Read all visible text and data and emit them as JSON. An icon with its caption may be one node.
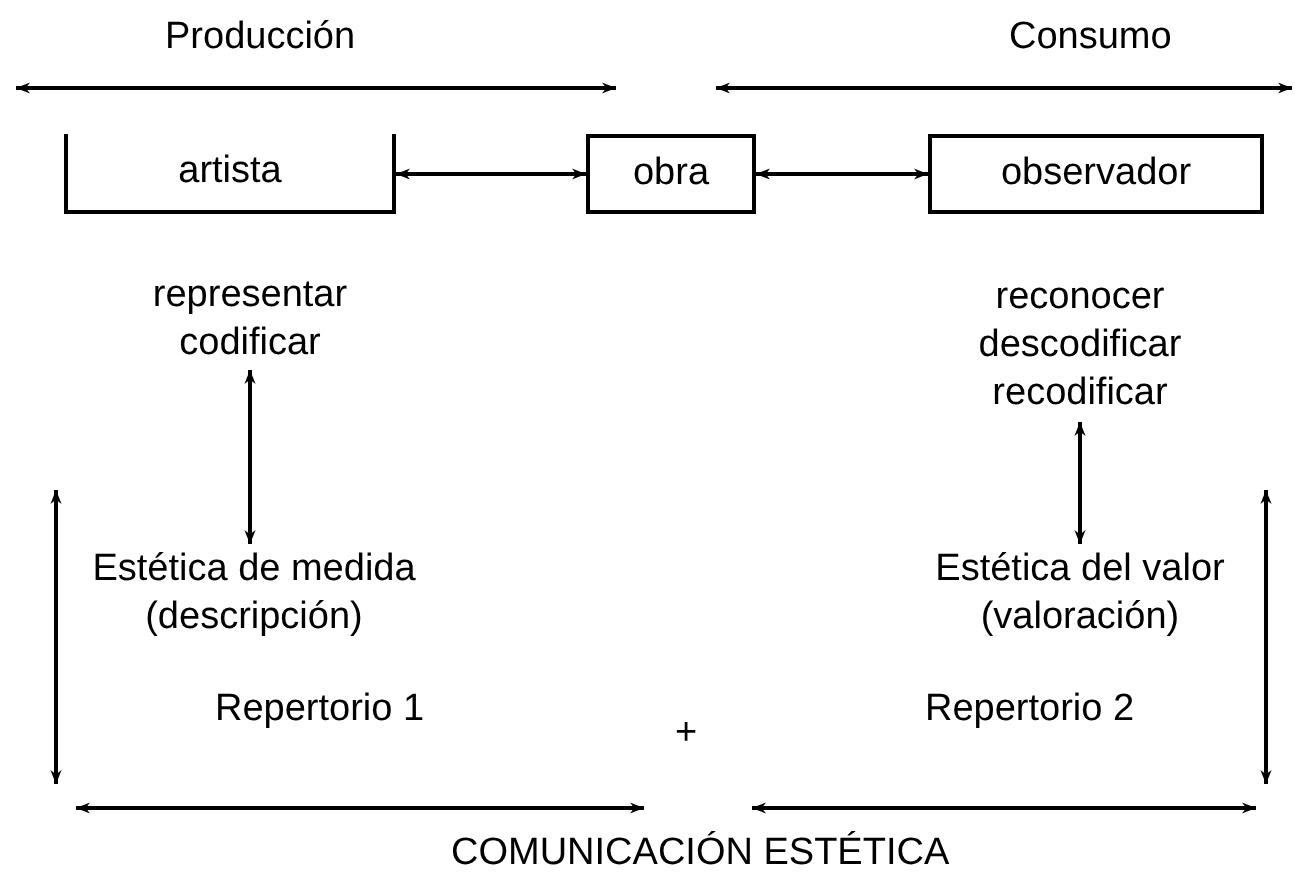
{
  "diagram": {
    "nodes": [
      {
        "text": [
          "artista"
        ]
      },
      {
        "text": [
          "obra"
        ]
      },
      {
        "text": [
          "observador"
        ]
      },
      {
        "text": [
          "representar codificar"
        ]
      },
      {
        "text": [
          "Estética de medida (descripción)"
        ]
      },
      {
        "text": [
          "reconocer descodificar recodificar"
        ]
      },
      {
        "text": [
          "Estética del valor (valoración)"
        ]
      }
    ],
    "edges": [
      {
        "from": 0,
        "to": 1,
        "arrow": "both"
      },
      {
        "from": 1,
        "to": 2,
        "arrow": "both"
      },
      {
        "from": 3,
        "to": 4,
        "arrow": "both"
      },
      {
        "from": 5,
        "to": 6,
        "arrow": "both"
      }
    ],
    "labels": [
      "Producción",
      "Consumo",
      "Repertorio 1",
      "+",
      "Repertorio 2",
      "COMUNICACIÓN ESTÉTICA"
    ]
  }
}
